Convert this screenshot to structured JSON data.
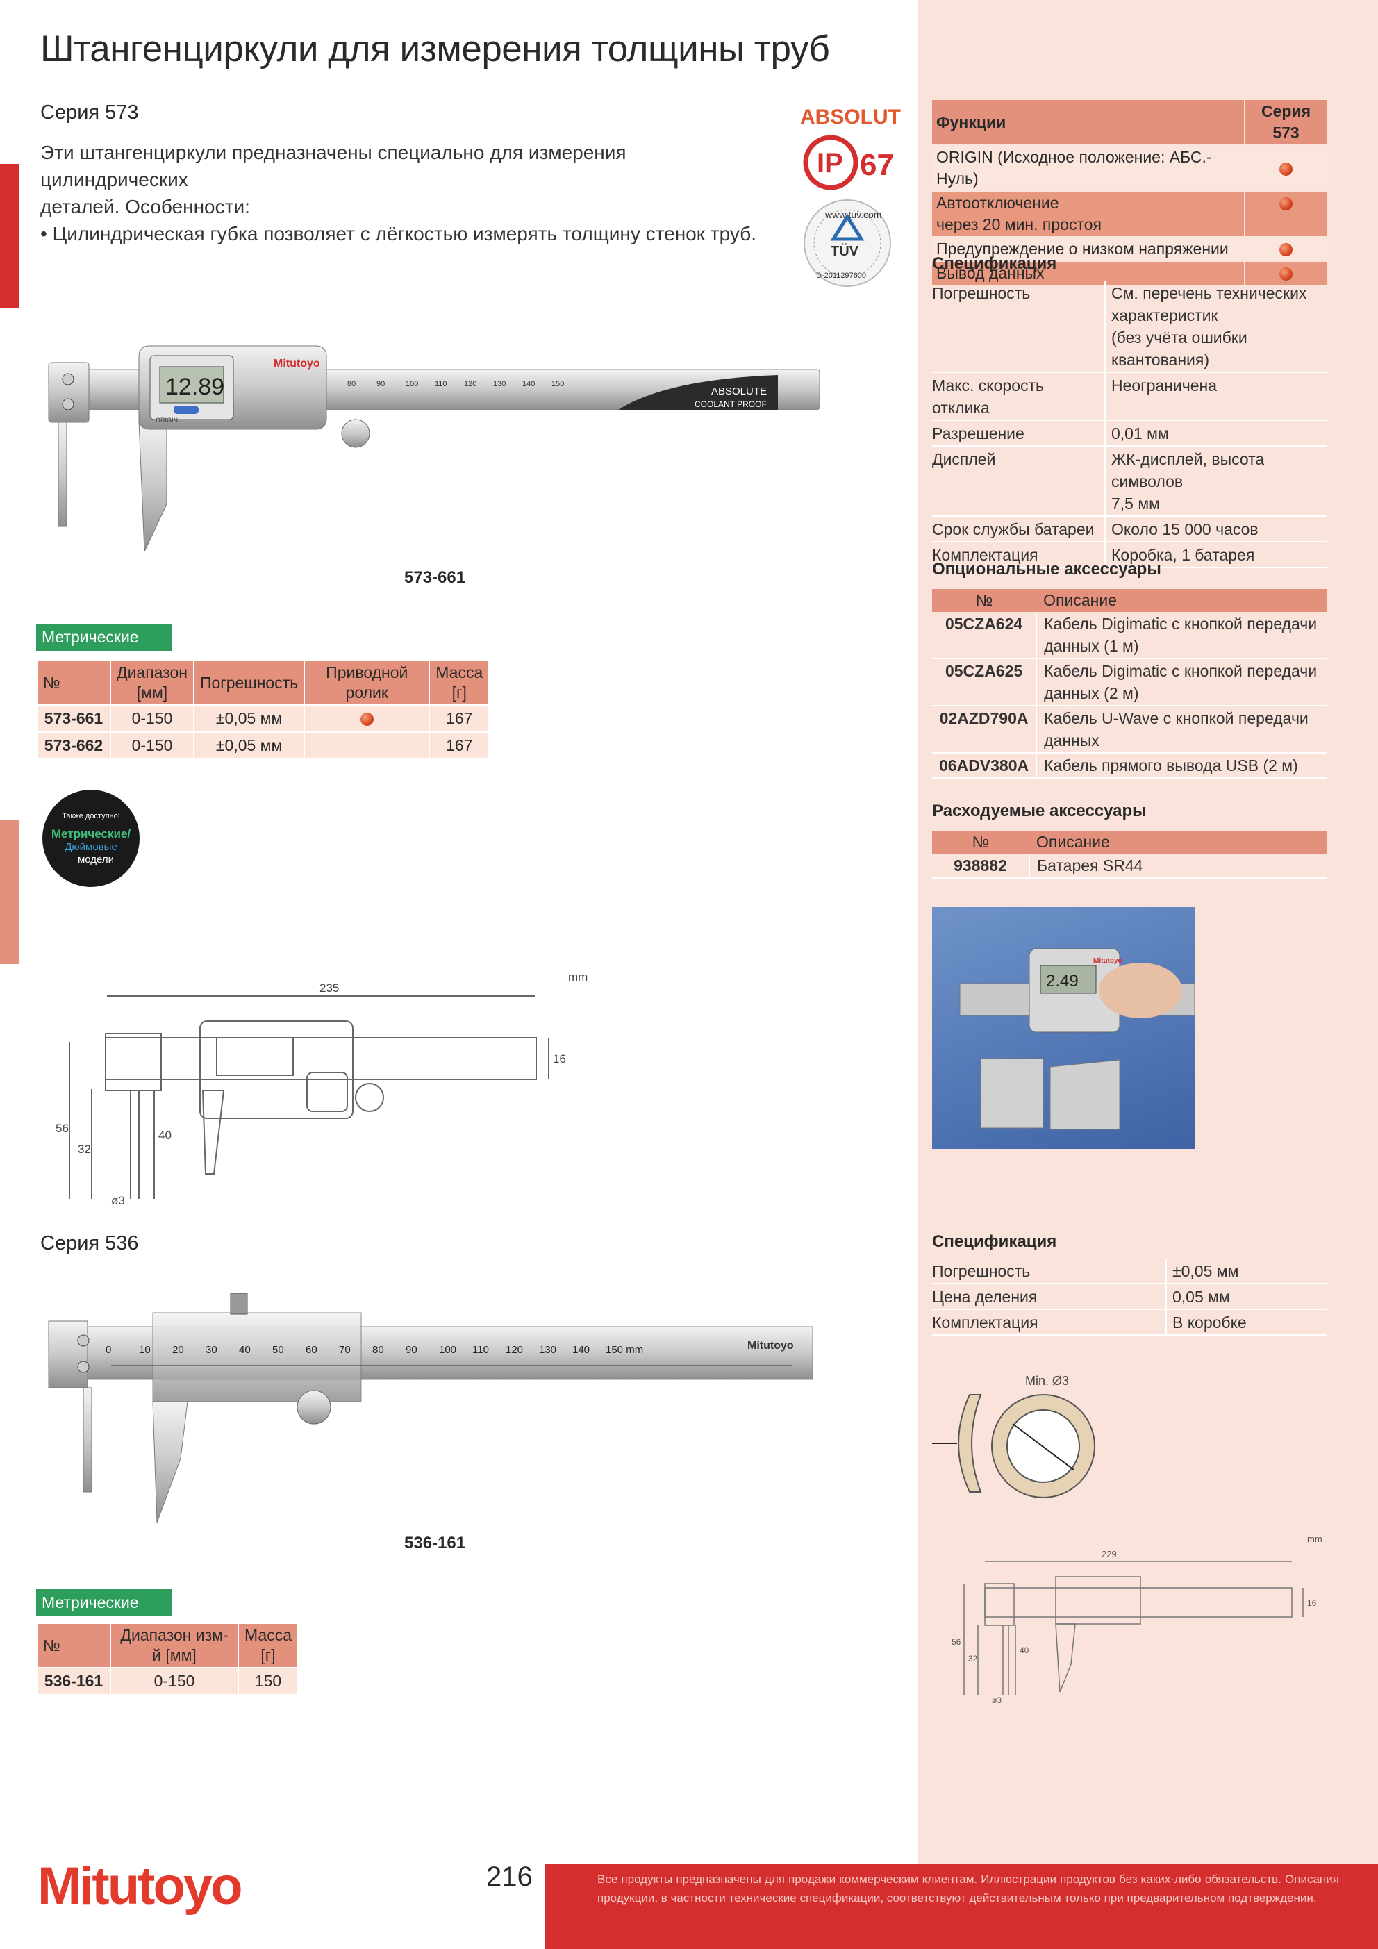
{
  "header": {
    "title": "Штангенциркули для измерения толщины труб"
  },
  "series573": {
    "title": "Серия 573",
    "intro_line1": "Эти штангенциркули предназначены специально для измерения цилиндрических",
    "intro_line2": "деталей. Особенности:",
    "bullet": "•  Цилиндрическая губка позволяет с лёгкостью измерять толщину стенок труб.",
    "badge_absolute": "ABSOLUTE",
    "badge_ip": "IP",
    "badge_ip_num": "67",
    "badge_tuv_url": "www.tuv.com",
    "badge_tuv": "TÜV",
    "badge_tuv_id": "ID-2011297600",
    "caliper_display": "12.89",
    "caliper_brand": "Mitutoyo",
    "caliper_scale": [
      "80",
      "90",
      "100",
      "110",
      "120",
      "130",
      "140",
      "150"
    ],
    "caliper_absolute": "ABSOLUTE",
    "caliper_coolant": "COOLANT PROOF",
    "caliper_origin": "ORIGIN",
    "image_caption": "573-661",
    "table_tag": "Метрические",
    "table_headers": [
      "№",
      "Диапазон [мм]",
      "Погрешность",
      "Приводной ролик",
      "Масса [г]"
    ],
    "table_rows": [
      {
        "id": "573-661",
        "range": "0-150",
        "accuracy": "±0,05 мм",
        "roller": true,
        "mass": "167"
      },
      {
        "id": "573-662",
        "range": "0-150",
        "accuracy": "±0,05 мм",
        "roller": false,
        "mass": "167"
      }
    ],
    "metric_badge_line1": "Также доступно!",
    "metric_badge_line2": "Метрические/",
    "metric_badge_line3": "Дюймовые",
    "metric_badge_line4": "модели",
    "drawing_unit": "mm",
    "drawing_dims": {
      "length": "235",
      "height16": "16",
      "h56": "56",
      "h32": "32",
      "h40": "40",
      "d3": "ø3"
    }
  },
  "functions": {
    "headers": [
      "Функции",
      "Серия 573"
    ],
    "rows": [
      {
        "label": "ORIGIN (Исходное положение: АБС.-Нуль)",
        "has": true
      },
      {
        "label_line1": "Автоотключение",
        "label_line2": "через 20 мин. простоя",
        "has": true
      },
      {
        "label": "Предупреждение о низком напряжении",
        "has": true
      },
      {
        "label": "Вывод данных",
        "has": true
      }
    ]
  },
  "spec573": {
    "title": "Спецификация",
    "rows": [
      {
        "k": "Погрешность",
        "v1": "См. перечень технических",
        "v2": "характеристик",
        "v3": "(без учёта ошибки",
        "v4": "квантования)"
      },
      {
        "k1": "Макс. скорость",
        "k2": "отклика",
        "v": "Неограничена"
      },
      {
        "k": "Разрешение",
        "v": "0,01 мм"
      },
      {
        "k": "Дисплей",
        "v1": "ЖК-дисплей, высота символов",
        "v2": "7,5 мм"
      },
      {
        "k": "Срок службы батареи",
        "v": "Около 15 000 часов"
      },
      {
        "k": "Комплектация",
        "v": "Коробка, 1 батарея"
      }
    ]
  },
  "optional_acc": {
    "title": "Опциональные аксессуары",
    "headers": [
      "№",
      "Описание"
    ],
    "rows": [
      {
        "id": "05CZA624",
        "d1": "Кабель Digimatic с кнопкой передачи",
        "d2": "данных (1 м)"
      },
      {
        "id": "05CZA625",
        "d1": "Кабель Digimatic с кнопкой передачи",
        "d2": "данных (2 м)"
      },
      {
        "id": "02AZD790A",
        "d1": "Кабель U-Wave с кнопкой передачи",
        "d2": "данных"
      },
      {
        "id": "06ADV380A",
        "d1": "Кабель прямого вывода USB (2 м)",
        "d2": ""
      }
    ]
  },
  "consumables": {
    "title": "Расходуемые аксессуары",
    "headers": [
      "№",
      "Описание"
    ],
    "rows": [
      {
        "id": "938882",
        "d": "Батарея SR44"
      }
    ]
  },
  "photo": {
    "display": "2.49",
    "brand": "Mitutoyo"
  },
  "spec536": {
    "title": "Спецификация",
    "rows": [
      {
        "k": "Погрешность",
        "v": "±0,05 мм"
      },
      {
        "k": "Цена деления",
        "v": "0,05 мм"
      },
      {
        "k": "Комплектация",
        "v": "В коробке"
      }
    ]
  },
  "series536": {
    "title": "Серия 536",
    "image_caption": "536-161",
    "scale": [
      "0",
      "10",
      "20",
      "30",
      "40",
      "50",
      "60",
      "70",
      "80",
      "90",
      "100",
      "110",
      "120",
      "130",
      "140",
      "150 mm"
    ],
    "brand": "Mitutoyo",
    "table_tag": "Метрические",
    "table_headers": [
      "№",
      "Диапазон изм-й [мм]",
      "Масса [г]"
    ],
    "table_rows": [
      {
        "id": "536-161",
        "range": "0-150",
        "mass": "150"
      }
    ],
    "ring_label": "Min. Ø3",
    "drawing_unit": "mm",
    "drawing_dims": {
      "length": "229",
      "h16": "16",
      "h56": "56",
      "h32": "32",
      "h40": "40",
      "d3": "ø3"
    }
  },
  "footer": {
    "logo": "Mitutoyo",
    "page": "216",
    "disclaimer": "Все продукты предназначены для продажи коммерческим клиентам. Иллюстрации продуктов без каких-либо обязательств. Описания продукции, в частности технические спецификации, соответствуют действительным только при предварительном подтверждении."
  }
}
